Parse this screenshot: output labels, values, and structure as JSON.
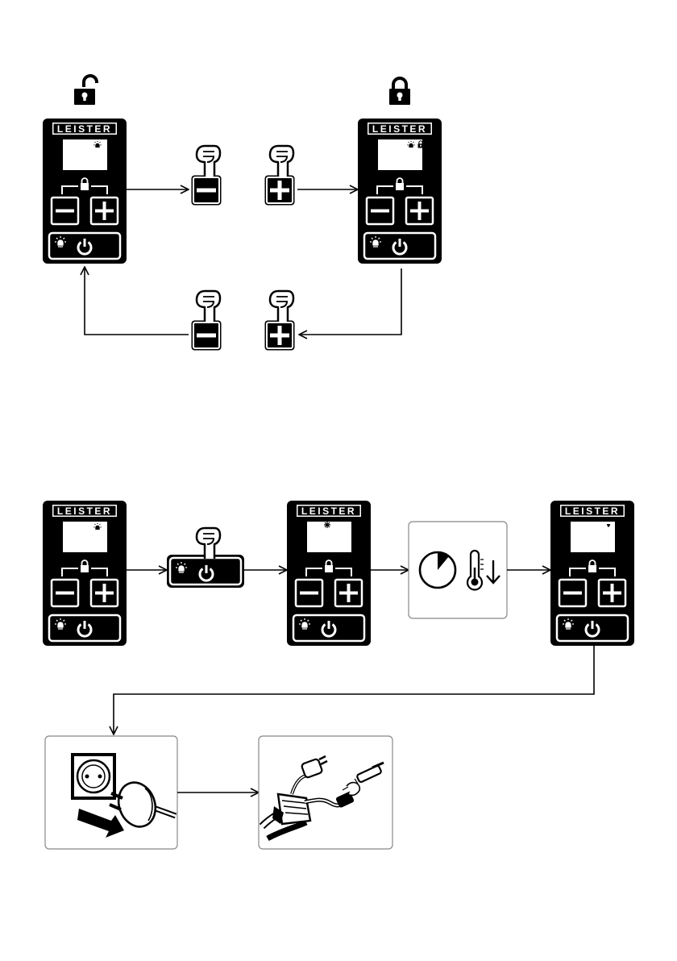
{
  "brand": "LEISTER",
  "sections": {
    "lock_procedure": {
      "unlocked_state_icon": "unlock-icon",
      "locked_state_icon": "lock-icon",
      "lock_sequence": [
        "minus",
        "plus"
      ],
      "unlock_sequence": [
        "plus",
        "minus"
      ]
    },
    "shutdown_procedure": {
      "steps": [
        "device-running",
        "press-power",
        "device-cooling",
        "cooldown-timer-temperature-drop",
        "device-off",
        "unplug-mains",
        "disconnect-cable"
      ]
    }
  },
  "colors": {
    "device": "#000000",
    "display": "#ffffff",
    "background": "#ffffff"
  }
}
